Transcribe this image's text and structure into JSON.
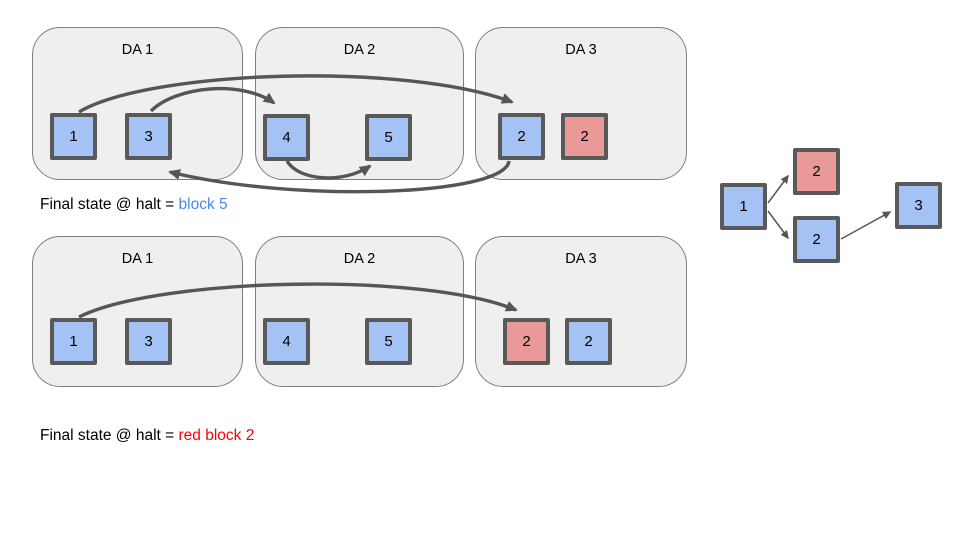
{
  "top_diagram": {
    "containers": [
      {
        "label": "DA 1",
        "blocks": [
          {
            "label": "1",
            "color": "blue"
          },
          {
            "label": "3",
            "color": "blue"
          }
        ]
      },
      {
        "label": "DA 2",
        "blocks": [
          {
            "label": "4",
            "color": "blue"
          },
          {
            "label": "5",
            "color": "blue"
          }
        ]
      },
      {
        "label": "DA 3",
        "blocks": [
          {
            "label": "2",
            "color": "blue"
          },
          {
            "label": "2",
            "color": "red"
          }
        ]
      }
    ],
    "arrows": [
      {
        "from": "block 1 (DA 1)",
        "to": "blue block 2 (DA 3)"
      },
      {
        "from": "blue block 2 (DA 3)",
        "to": "block 3 (DA 1)"
      },
      {
        "from": "block 3 (DA 1)",
        "to": "block 4 (DA 2)"
      },
      {
        "from": "block 4 (DA 2)",
        "to": "block 5 (DA 2)"
      }
    ],
    "caption": {
      "prefix": "Final state @ halt = ",
      "result": "block 5",
      "result_color": "#4a86e8"
    }
  },
  "bottom_diagram": {
    "containers": [
      {
        "label": "DA 1",
        "blocks": [
          {
            "label": "1",
            "color": "blue"
          },
          {
            "label": "3",
            "color": "blue"
          }
        ]
      },
      {
        "label": "DA 2",
        "blocks": [
          {
            "label": "4",
            "color": "blue"
          },
          {
            "label": "5",
            "color": "blue"
          }
        ]
      },
      {
        "label": "DA 3",
        "blocks": [
          {
            "label": "2",
            "color": "red"
          },
          {
            "label": "2",
            "color": "blue"
          }
        ]
      }
    ],
    "arrows": [
      {
        "from": "block 1 (DA 1)",
        "to": "red block 2 (DA 3)"
      }
    ],
    "caption": {
      "prefix": "Final state @ halt = ",
      "result": "red block 2",
      "result_color": "#ff0000"
    }
  },
  "fork_graph": {
    "nodes": [
      {
        "label": "1",
        "color": "blue"
      },
      {
        "label": "2",
        "color": "red"
      },
      {
        "label": "2",
        "color": "blue"
      },
      {
        "label": "3",
        "color": "blue"
      }
    ],
    "edges": [
      {
        "from": "1",
        "to": "2 (red)"
      },
      {
        "from": "1",
        "to": "2 (blue)"
      },
      {
        "from": "2 (blue)",
        "to": "3"
      }
    ]
  },
  "colors": {
    "block_blue": "#a4c2f4",
    "block_red": "#ea9999",
    "block_border": "#595959",
    "container_fill": "#efefef",
    "container_border": "#7f7f7f",
    "arrow": "#565656",
    "caption_result_blue": "#4a86e8",
    "caption_result_red": "#ff0000",
    "background": "#ffffff"
  }
}
